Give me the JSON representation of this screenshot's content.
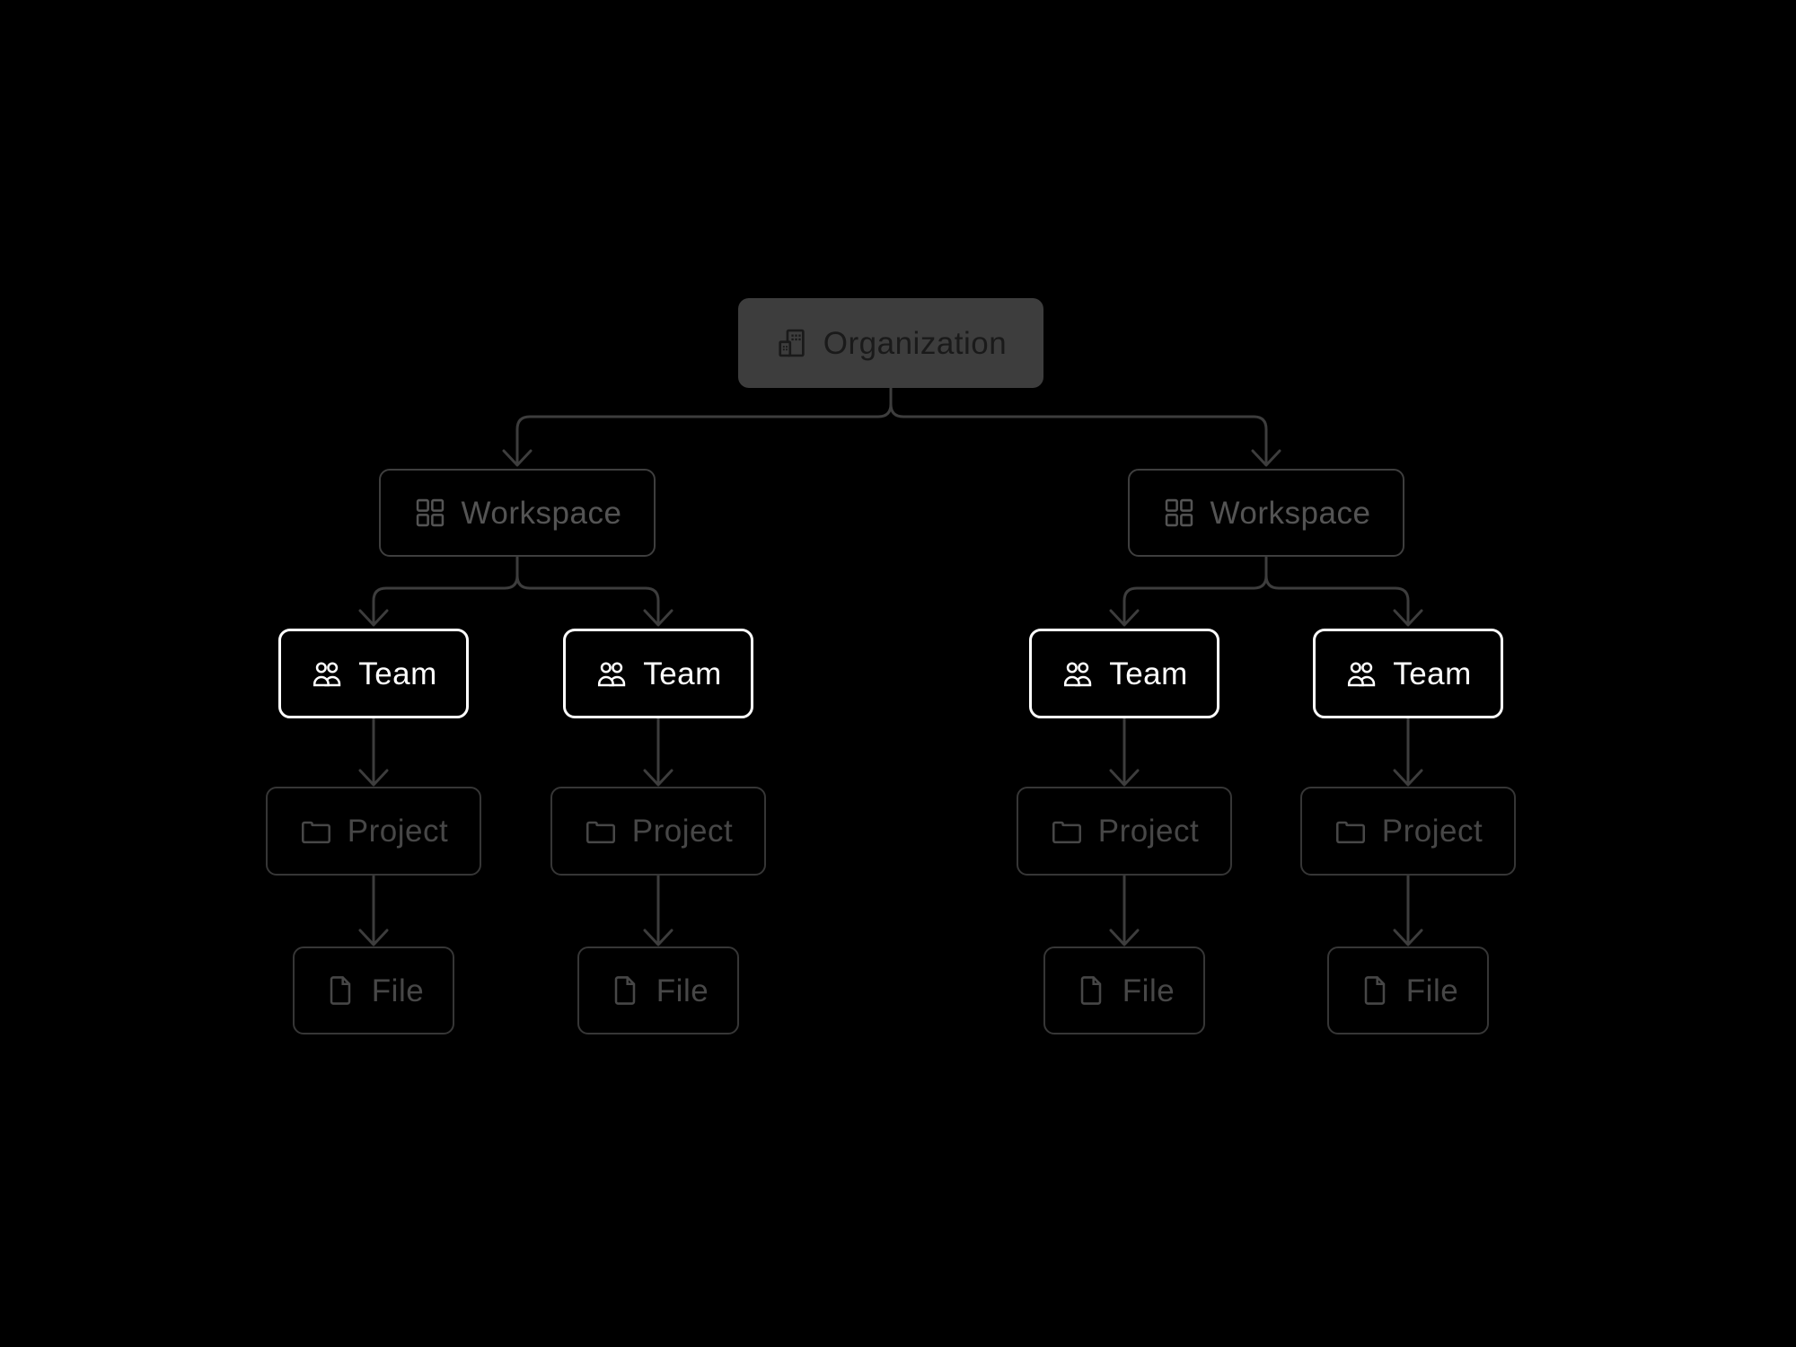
{
  "page": {
    "background_color": "#000000"
  },
  "diagram": {
    "type": "tree",
    "direction": "top-down",
    "edge_style": {
      "color": "#3d3d3d",
      "arrowhead": "open-chevron"
    },
    "hierarchy_levels": [
      "Organization",
      "Workspace",
      "Team",
      "Project",
      "File"
    ],
    "node_types": {
      "organization": {
        "label": "Organization",
        "icon": "buildings-icon",
        "style": "filled",
        "fill_color": "#3d3d3d",
        "text_color": "#1a1a1a"
      },
      "workspace": {
        "label": "Workspace",
        "icon": "grid-2x2-icon",
        "style": "outlined",
        "border_color": "#3e3e3e",
        "text_color": "#545454"
      },
      "team": {
        "label": "Team",
        "icon": "users-icon",
        "style": "outlined-highlight",
        "border_color": "#ffffff",
        "text_color": "#ffffff"
      },
      "project": {
        "label": "Project",
        "icon": "folder-icon",
        "style": "outlined",
        "border_color": "#363636",
        "text_color": "#474747"
      },
      "file": {
        "label": "File",
        "icon": "file-icon",
        "style": "outlined",
        "border_color": "#363636",
        "text_color": "#474747"
      }
    },
    "tree": {
      "type": "organization",
      "children": [
        {
          "type": "workspace",
          "children": [
            {
              "type": "team",
              "children": [
                {
                  "type": "project",
                  "children": [
                    {
                      "type": "file"
                    }
                  ]
                }
              ]
            },
            {
              "type": "team",
              "children": [
                {
                  "type": "project",
                  "children": [
                    {
                      "type": "file"
                    }
                  ]
                }
              ]
            }
          ]
        },
        {
          "type": "workspace",
          "children": [
            {
              "type": "team",
              "children": [
                {
                  "type": "project",
                  "children": [
                    {
                      "type": "file"
                    }
                  ]
                }
              ]
            },
            {
              "type": "team",
              "children": [
                {
                  "type": "project",
                  "children": [
                    {
                      "type": "file"
                    }
                  ]
                }
              ]
            }
          ]
        }
      ]
    }
  }
}
